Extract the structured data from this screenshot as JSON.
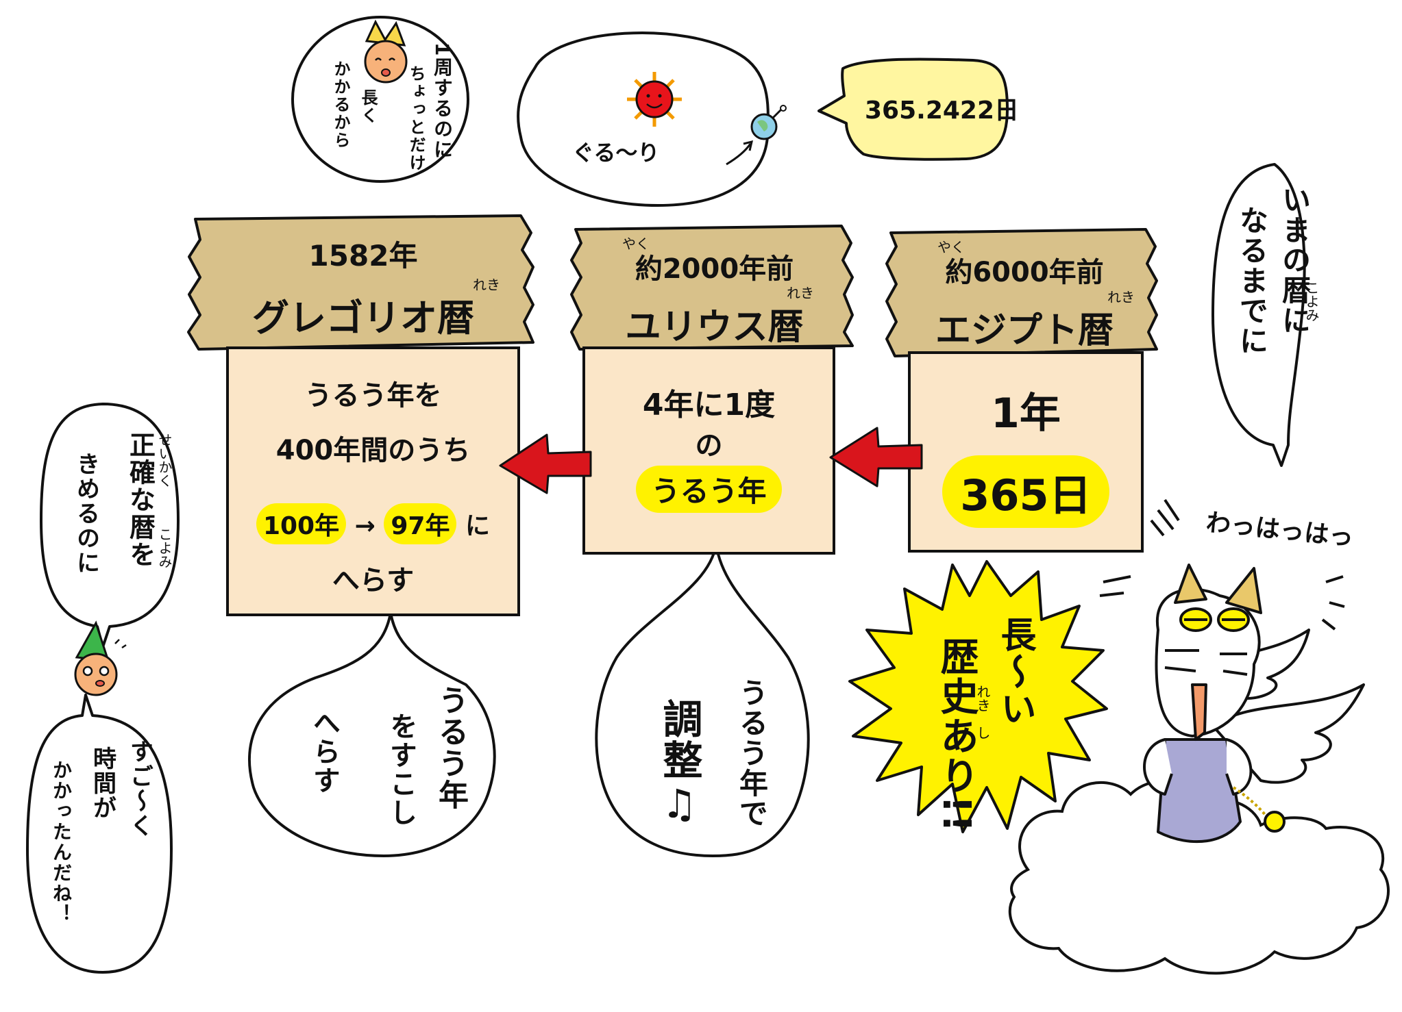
{
  "colors": {
    "banner": "#d8c18a",
    "box": "#fbe6c8",
    "highlight": "#fff200",
    "arrow": "#d9151c",
    "sun": "#e8141b",
    "sun_rays": "#f39a00",
    "earth": "#8fd0e8",
    "burst": "#fff200",
    "robe": "#a9a8d4"
  },
  "bubbles": {
    "top_left": [
      "1周するのに",
      "ちょっとだけ",
      "長く",
      "かかるから"
    ],
    "orbit": {
      "label": "ぐる〜り",
      "sun_icon": "sun-icon",
      "earth_icon": "earth-icon"
    },
    "days": "365.2422日",
    "right": {
      "lines": [
        "いまの暦に",
        "なるまでに"
      ],
      "ruby": "こよみ"
    },
    "left_top": {
      "lines": [
        "正確な暦を",
        "きめるのに"
      ],
      "ruby1": "せいかく",
      "ruby2": "こよみ"
    },
    "left_bottom": [
      "すご〜く",
      "時間が",
      "かかったんだね！"
    ],
    "under_gregorian": [
      "うるう年",
      "をすこし",
      "へらす"
    ],
    "under_julian": [
      "うるう年で",
      "調整♫"
    ]
  },
  "calendars": [
    {
      "era": "1582年",
      "name": "グレゴリオ暦",
      "ruby": "れき",
      "body": [
        "うるう年を",
        "400年間のうち"
      ],
      "from": "100年",
      "arrow": "→",
      "to": "97年",
      "suffix": "に",
      "last": "へらす"
    },
    {
      "era": "約2000年前",
      "era_ruby": "やく",
      "name": "ユリウス暦",
      "ruby": "れき",
      "body": [
        "4年に1度",
        "の"
      ],
      "highlight": "うるう年"
    },
    {
      "era": "約6000年前",
      "era_ruby": "やく",
      "name": "エジプト暦",
      "ruby": "れき",
      "body": [
        "1年"
      ],
      "highlight": "365日"
    }
  ],
  "burst": {
    "lines": [
      "長〜い",
      "歴史あり!!"
    ],
    "ruby1": "れき",
    "ruby2": "し"
  },
  "laugh": "わっはっはっ"
}
